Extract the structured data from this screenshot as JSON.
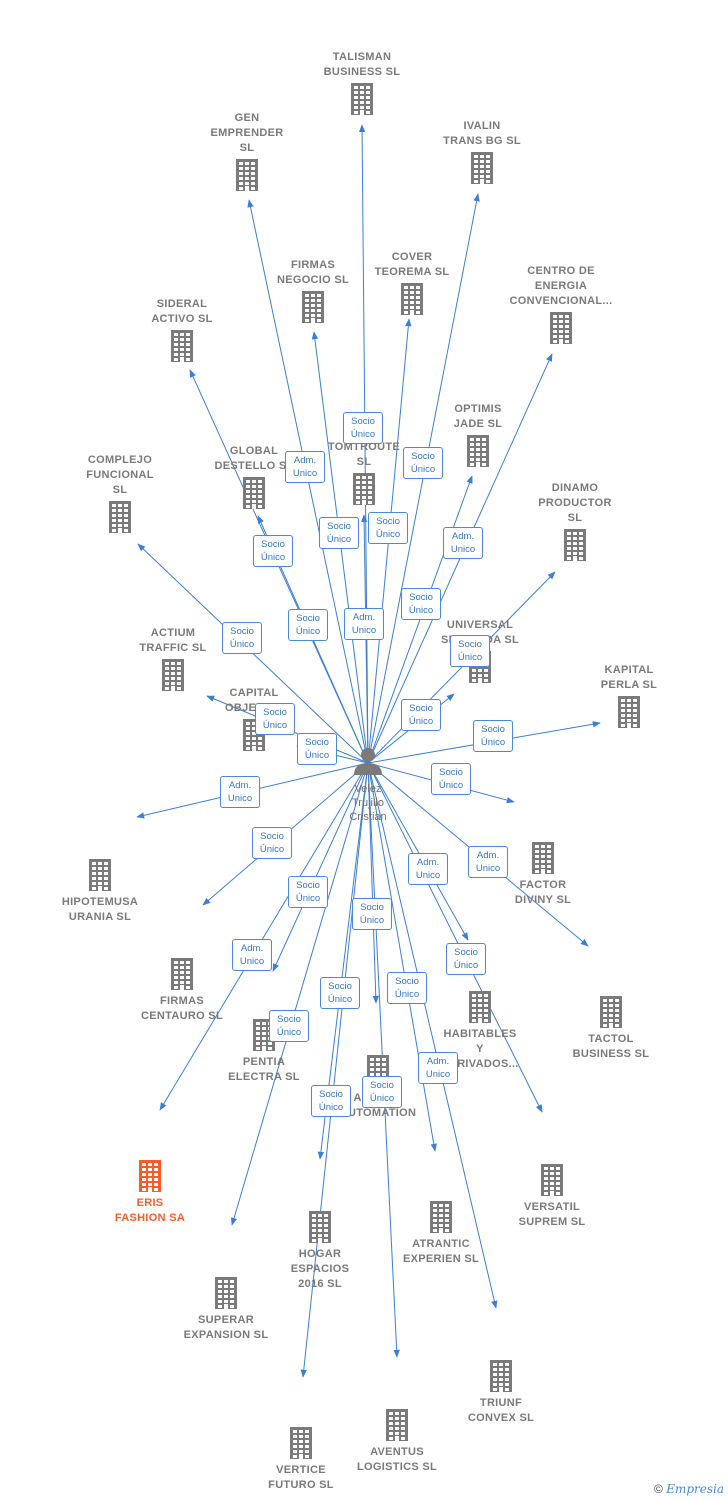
{
  "person": {
    "name": "Velez\nTrujillo\nCristian"
  },
  "colors": {
    "edge": "#3a7fd5",
    "building": "#7a7a7a",
    "highlight": "#ff5a26"
  },
  "companies": [
    {
      "id": "talisman",
      "name": "TALISMAN\nBUSINESS  SL"
    },
    {
      "id": "gen",
      "name": "GEN\nEMPRENDER\nSL"
    },
    {
      "id": "ivalin",
      "name": "IVALIN\nTRANS BG  SL"
    },
    {
      "id": "firmas-negocio",
      "name": "FIRMAS\nNEGOCIO  SL"
    },
    {
      "id": "cover",
      "name": "COVER\nTEOREMA  SL"
    },
    {
      "id": "centro",
      "name": "CENTRO DE\nENERGIA\nCONVENCIONAL..."
    },
    {
      "id": "sideral",
      "name": "SIDERAL\nACTIVO  SL"
    },
    {
      "id": "optimis",
      "name": "OPTIMIS\nJADE  SL"
    },
    {
      "id": "global",
      "name": "GLOBAL\nDESTELLO  SL"
    },
    {
      "id": "tomt",
      "name": "TOMTROUTE\nSL"
    },
    {
      "id": "complejo",
      "name": "COMPLEJO\nFUNCIONAL\nSL"
    },
    {
      "id": "dinamo",
      "name": "DINAMO\nPRODUCTOR\nSL"
    },
    {
      "id": "universal",
      "name": "UNIVERSAL\nSEGURIDA  SL"
    },
    {
      "id": "actium",
      "name": "ACTIUM\nTRAFFIC  SL"
    },
    {
      "id": "capital",
      "name": "CAPITAL\nOBJETIVO"
    },
    {
      "id": "kapital",
      "name": "KAPITAL\nPERLA  SL"
    },
    {
      "id": "hipotemusa",
      "name": "HIPOTEMUSA\nURANIA SL"
    },
    {
      "id": "factor",
      "name": "FACTOR\nDIVINY  SL"
    },
    {
      "id": "firmas-centauro",
      "name": "FIRMAS\nCENTAURO  SL"
    },
    {
      "id": "tactol",
      "name": "TACTOL\nBUSINESS  SL"
    },
    {
      "id": "pentia",
      "name": "PENTIA\nELECTRA  SL"
    },
    {
      "id": "habitables",
      "name": "HABITABLES\nY\nDERIVADOS..."
    },
    {
      "id": "alteria",
      "name": "ALTERIA\nAUTOMATION"
    },
    {
      "id": "eris",
      "name": "ERIS\nFASHION SA"
    },
    {
      "id": "versatil",
      "name": "VERSATIL\nSUPREM  SL"
    },
    {
      "id": "atrantic",
      "name": "ATRANTIC\nEXPERIEN  SL"
    },
    {
      "id": "hogar",
      "name": "HOGAR\nESPACIOS\n2016  SL"
    },
    {
      "id": "superar",
      "name": "SUPERAR\nEXPANSION  SL"
    },
    {
      "id": "triunf",
      "name": "TRIUNF\nCONVEX  SL"
    },
    {
      "id": "aventus",
      "name": "AVENTUS\nLOGISTICS  SL"
    },
    {
      "id": "vertice",
      "name": "VERTICE\nFUTURO  SL"
    }
  ],
  "roles": {
    "talisman": "Socio\nÚnico",
    "gen": "Adm.\nUnico",
    "ivalin": "Socio\nÚnico",
    "firmas-negocio": "Socio\nÚnico",
    "cover": "Socio\nÚnico",
    "centro": "Adm.\nUnico",
    "sideral": "Socio\nÚnico",
    "optimis": "Socio\nÚnico",
    "global": "Socio\nÚnico",
    "tomt": "Adm.\nUnico",
    "complejo": "Socio\nÚnico",
    "dinamo": "Socio\nÚnico",
    "universal": "Socio\nÚnico",
    "capital-a": "Socio\nÚnico",
    "capital-b": "Socio\nÚnico",
    "kapital": "Socio\nÚnico",
    "hipotemusa": "Adm.\nUnico",
    "factor": "Socio\nÚnico",
    "firmas-centauro": "Socio\nÚnico",
    "tactol": "Adm.\nUnico",
    "pentia-a": "Socio\nÚnico",
    "habitables": "Adm.\nUnico",
    "alteria": "Socio\nÚnico",
    "eris": "Adm.\nUnico",
    "versatil": "Socio\nÚnico",
    "atrantic": "Socio\nÚnico",
    "pentia-b": "Socio\nÚnico",
    "superar": "Socio\nÚnico",
    "triunf": "Adm.\nUnico",
    "aventus": "Socio\nÚnico",
    "vertice": "Socio\nÚnico"
  },
  "footer": {
    "copyright": "©",
    "brand": "Empresia"
  }
}
